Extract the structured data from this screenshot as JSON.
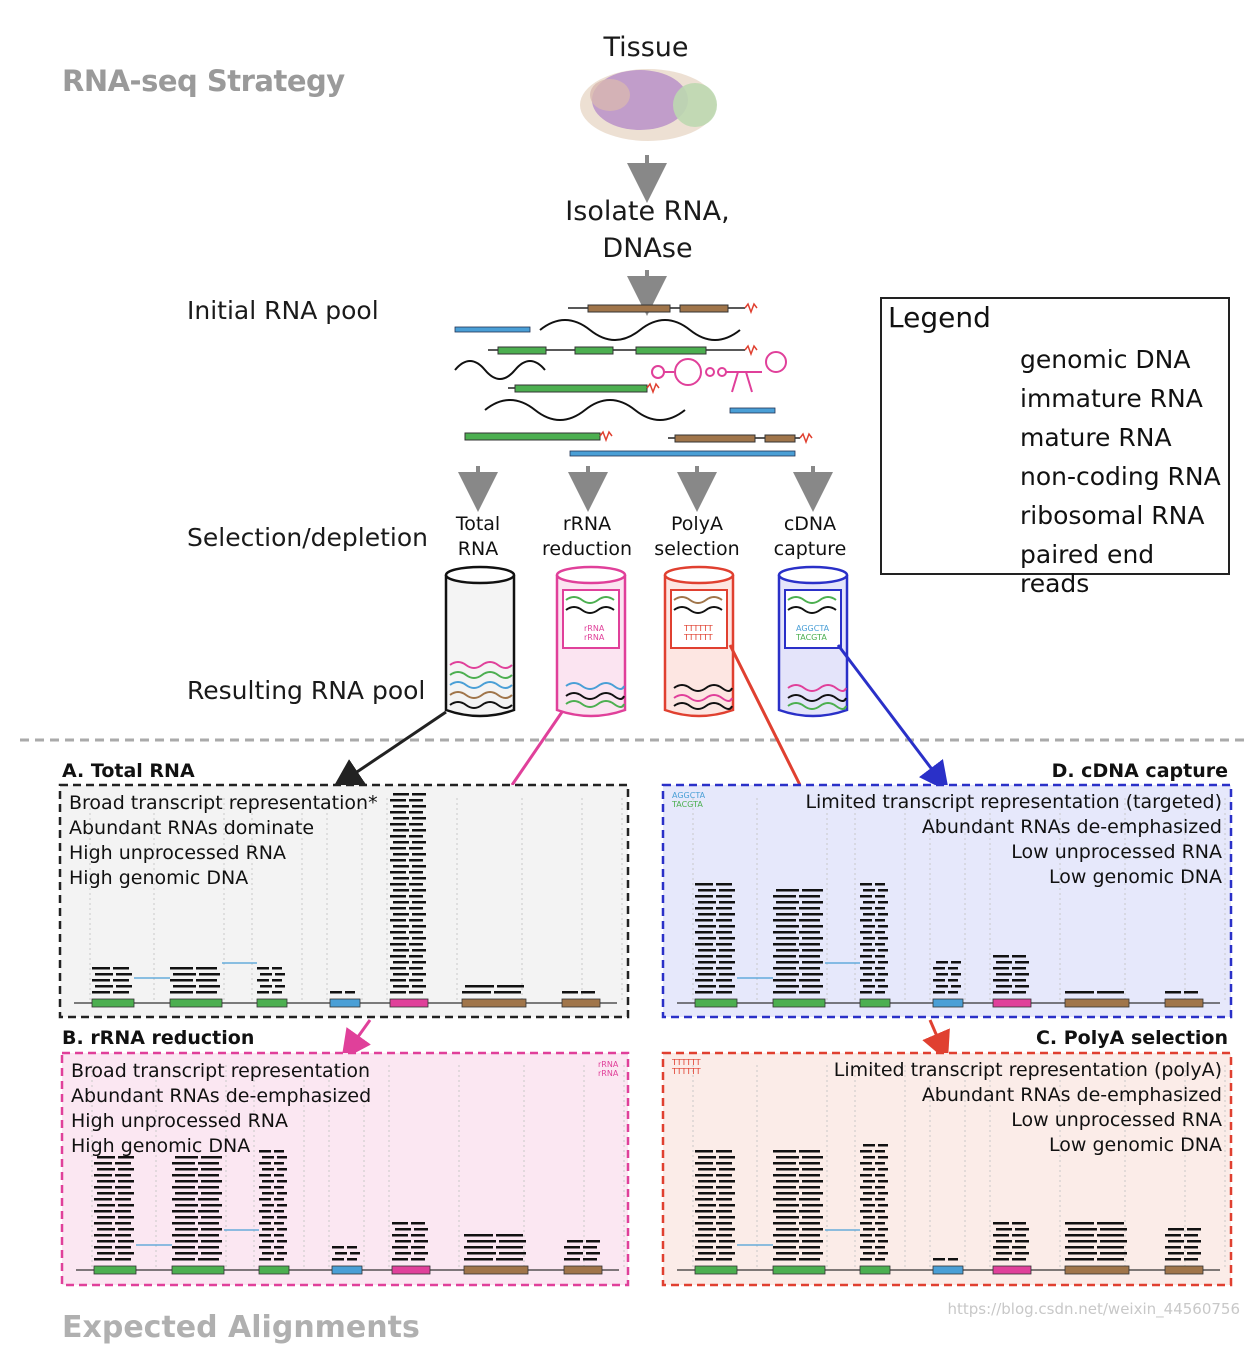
{
  "title": "RNA-seq Strategy",
  "tissue_label": "Tissue",
  "isolate_line1": "Isolate RNA,",
  "isolate_line2": "DNAse",
  "steps": {
    "initial": "Initial RNA pool",
    "selection": "Selection/depletion",
    "resulting": "Resulting RNA pool"
  },
  "columns": [
    {
      "line1": "Total",
      "line2": "RNA"
    },
    {
      "line1": "rRNA",
      "line2": "reduction"
    },
    {
      "line1": "PolyA",
      "line2": "selection"
    },
    {
      "line1": "cDNA",
      "line2": "capture"
    }
  ],
  "legend": {
    "title": "Legend",
    "items": [
      "genomic DNA",
      "immature RNA",
      "mature RNA",
      "non-coding RNA",
      "ribosomal RNA",
      "paired end reads"
    ]
  },
  "panels": {
    "A": {
      "title": "A. Total RNA",
      "lines": [
        "Broad transcript representation*",
        "Abundant RNAs dominate",
        "High unprocessed RNA",
        "High genomic DNA"
      ]
    },
    "B": {
      "title": "B. rRNA reduction",
      "lines": [
        "Broad transcript representation",
        "Abundant RNAs de-emphasized",
        "High unprocessed RNA",
        "High genomic DNA"
      ]
    },
    "C": {
      "title": "C. PolyA selection",
      "lines": [
        "Limited transcript representation (polyA)",
        "Abundant RNAs de-emphasized",
        "Low unprocessed RNA",
        "Low genomic DNA"
      ]
    },
    "D": {
      "title": "D. cDNA capture",
      "lines": [
        "Limited transcript representation (targeted)",
        "Abundant RNAs de-emphasized",
        "Low unprocessed RNA",
        "Low genomic DNA"
      ]
    }
  },
  "tube_tags": {
    "rrna1": "rRNA",
    "rrna2": "rRNA",
    "polya1": "TTTTTT",
    "polya2": "TTTTTT",
    "cdna1": "AGGCTA",
    "cdna2": "TACGTA"
  },
  "footer": "Expected Alignments",
  "watermark": "https://blog.csdn.net/weixin_44560756",
  "colors": {
    "green": "#4caf50",
    "brown": "#a0754a",
    "blue": "#4a9fd6",
    "pink": "#e0409a",
    "red": "#e04030",
    "darkblue": "#2a30c8",
    "gray": "#9a9a9a"
  }
}
